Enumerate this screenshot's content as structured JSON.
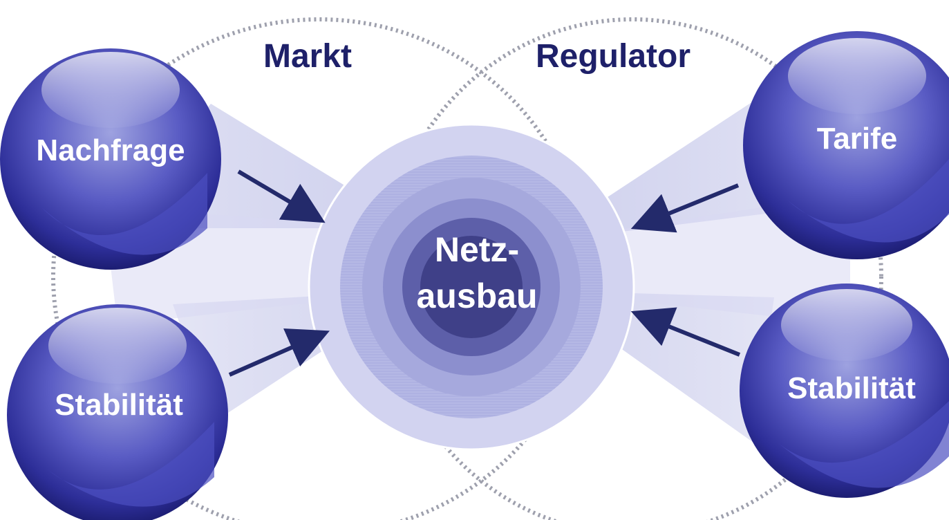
{
  "groups": {
    "left": "Markt",
    "right": "Regulator"
  },
  "center": {
    "line1": "Netz-",
    "line2": "ausbau"
  },
  "factors": {
    "top_left": "Nachfrage",
    "bottom_left": "Stabilität",
    "top_right": "Tarife",
    "bottom_right": "Stabilität"
  },
  "colors": {
    "label_dark": "#1e2069",
    "sphere_base": "#2c2d9a",
    "sphere_light": "#b9bde8",
    "arrow": "#232a6b",
    "ring_dots": "#9ea0ad",
    "center_text": "#ffffff"
  }
}
